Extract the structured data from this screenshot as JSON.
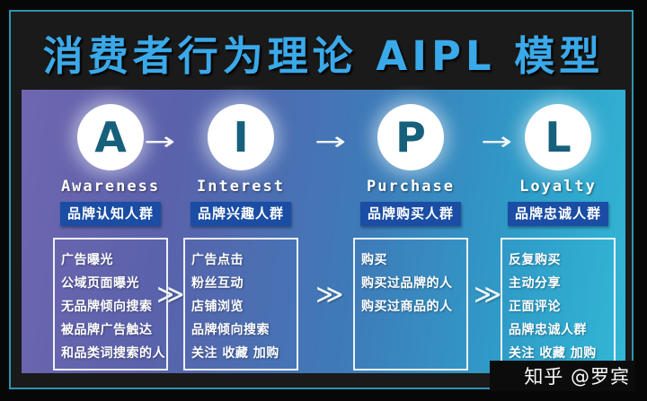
{
  "title": "消费者行为理论 AIPL 模型",
  "watermark": "知乎 @罗宾",
  "glyphs": {
    "arrow": "→",
    "chevron": "≫"
  },
  "colors": {
    "title_text": "#3aa9e9",
    "frame_border": "#2f93ae",
    "frame_background": "#1a1a1a",
    "panel_gradient_left": "#6f66b0",
    "panel_gradient_right": "#32b7d6",
    "badge_background": "#1a4da3",
    "circle_letter": "#16607c"
  },
  "columns": [
    {
      "letter": "A",
      "name": "Awareness",
      "badge": "品牌认知人群",
      "items": [
        "广告曝光",
        "公域页面曝光",
        "无品牌倾向搜索",
        "被品牌广告触达",
        "和品类词搜索的人"
      ]
    },
    {
      "letter": "I",
      "name": "Interest",
      "badge": "品牌兴趣人群",
      "items": [
        "广告点击",
        "粉丝互动",
        "店铺浏览",
        "品牌倾向搜索",
        "关注 收藏 加购"
      ]
    },
    {
      "letter": "P",
      "name": "Purchase",
      "badge": "品牌购买人群",
      "items": [
        "购买",
        "购买过品牌的人",
        "购买过商品的人"
      ]
    },
    {
      "letter": "L",
      "name": "Loyalty",
      "badge": "品牌忠诚人群",
      "items": [
        "反复购买",
        "主动分享",
        "正面评论",
        "品牌忠诚人群",
        "关注 收藏 加购"
      ]
    }
  ]
}
